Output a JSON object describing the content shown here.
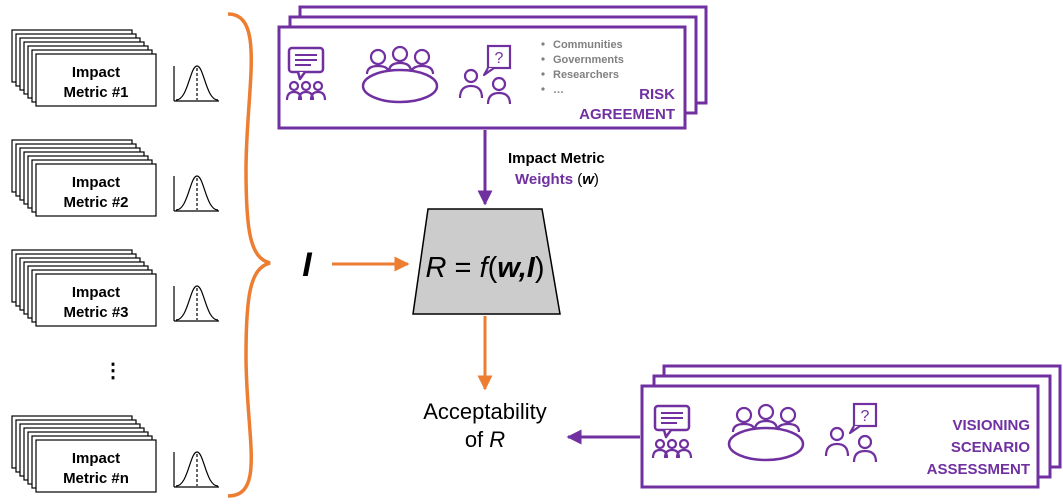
{
  "impact_metrics": [
    {
      "line1": "Impact",
      "line2": "Metric #1"
    },
    {
      "line1": "Impact",
      "line2": "Metric #2"
    },
    {
      "line1": "Impact",
      "line2": "Metric #3"
    },
    {
      "line1": "Impact",
      "line2": "Metric #n"
    }
  ],
  "ellipsis": "⋮",
  "input_symbol": "I",
  "risk_panel": {
    "stakeholders": [
      "Communities",
      "Governments",
      "Researchers",
      "…"
    ],
    "title_line1": "RISK",
    "title_line2": "AGREEMENT"
  },
  "weights_label": {
    "line1": "Impact Metric",
    "line2_word": "Weights",
    "symbol": "w"
  },
  "function": {
    "lhs": "R",
    "equals": " = ",
    "f": "f",
    "open": "(",
    "args": "w,I",
    "close": ")"
  },
  "acceptability": {
    "line1": "Acceptability",
    "line2_prefix": "of ",
    "line2_symbol": "R"
  },
  "visioning_panel": {
    "line1": "VISIONING",
    "line2": "SCENARIO",
    "line3": "ASSESSMENT"
  },
  "colors": {
    "purple": "#7030a0",
    "orange": "#ed7d31",
    "gray_box": "#cccccc",
    "stakeholder_text": "#808080"
  }
}
